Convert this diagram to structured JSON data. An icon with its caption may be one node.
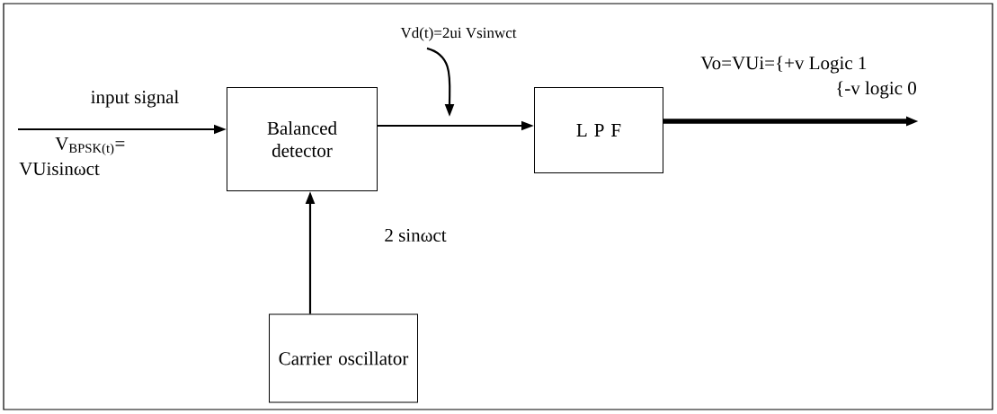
{
  "diagram": {
    "nodes": [
      {
        "text": [
          "Balanced detector"
        ]
      },
      {
        "text": [
          "L P F"
        ]
      },
      {
        "text": [
          "Carrier oscillator"
        ]
      },
      {
        "text": [
          "Vd(t)=2ui Vsinwct"
        ]
      }
    ],
    "edges": [
      {
        "from": null,
        "to": 0,
        "arrow": "to",
        "label": "input signal"
      },
      {
        "from": 0,
        "to": 1,
        "arrow": "to"
      },
      {
        "from": 1,
        "to": null,
        "arrow": "to",
        "style": "thick"
      },
      {
        "from": 2,
        "to": 0,
        "arrow": "to",
        "label": "2 sinωct"
      },
      {
        "from": 3,
        "to": null,
        "arrow": "to"
      }
    ],
    "labels": [
      "V$_{BPSK(t)}$=",
      "VUisinωct",
      "Vo=VUi={+v  Logic 1",
      "{-v  logic 0"
    ]
  }
}
